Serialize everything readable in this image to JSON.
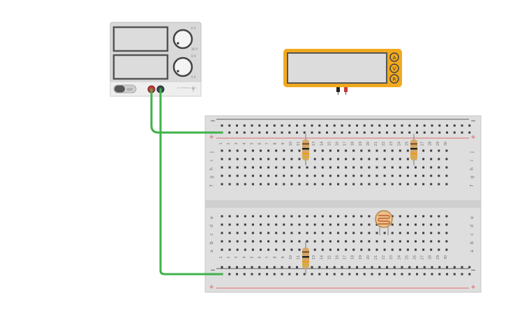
{
  "power_supply": {
    "voltage_knob_max": "0 V",
    "voltage_knob_range": "30 V",
    "current_knob_max": "0 A",
    "current_knob_range": "5 A",
    "switch_label": "OFF",
    "brand_text": "DC POWER SUPPLY"
  },
  "multimeter": {
    "mode_a": "A",
    "mode_v": "V",
    "mode_r": "R"
  },
  "breadboard": {
    "rail_minus": "−",
    "rail_plus": "+",
    "columns": [
      "1",
      "2",
      "3",
      "4",
      "5",
      "6",
      "7",
      "8",
      "9",
      "10",
      "11",
      "12",
      "13",
      "14",
      "15",
      "16",
      "17",
      "18",
      "19",
      "20",
      "21",
      "22",
      "23",
      "24",
      "25",
      "26",
      "27",
      "28",
      "29",
      "30"
    ],
    "rows_top": [
      "j",
      "i",
      "h",
      "g",
      "f"
    ],
    "rows_bottom": [
      "e",
      "d",
      "c",
      "b",
      "a"
    ]
  },
  "colors": {
    "wire": "#3fb24a",
    "meter_body": "#f2a91d",
    "rail_red": "#e24a4a",
    "rail_black": "#333333"
  }
}
